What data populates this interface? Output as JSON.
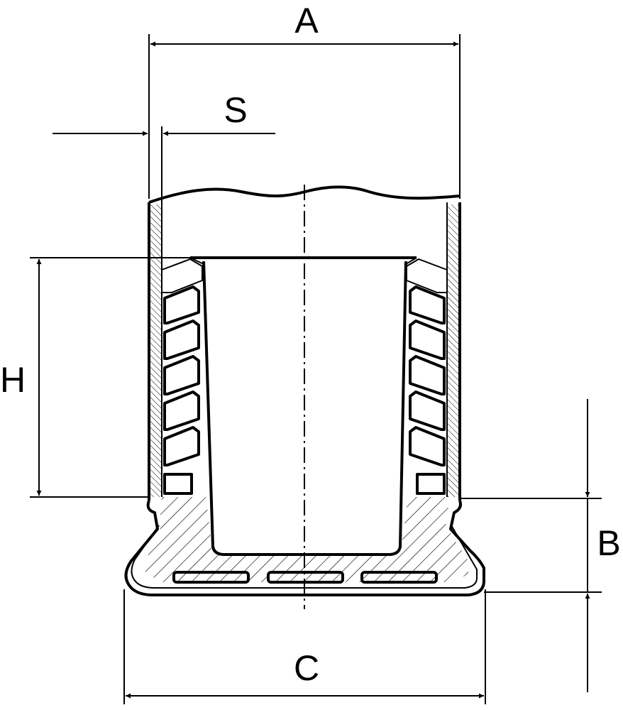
{
  "dimensions": {
    "A": "A",
    "S": "S",
    "H": "H",
    "B": "B",
    "C": "C"
  }
}
